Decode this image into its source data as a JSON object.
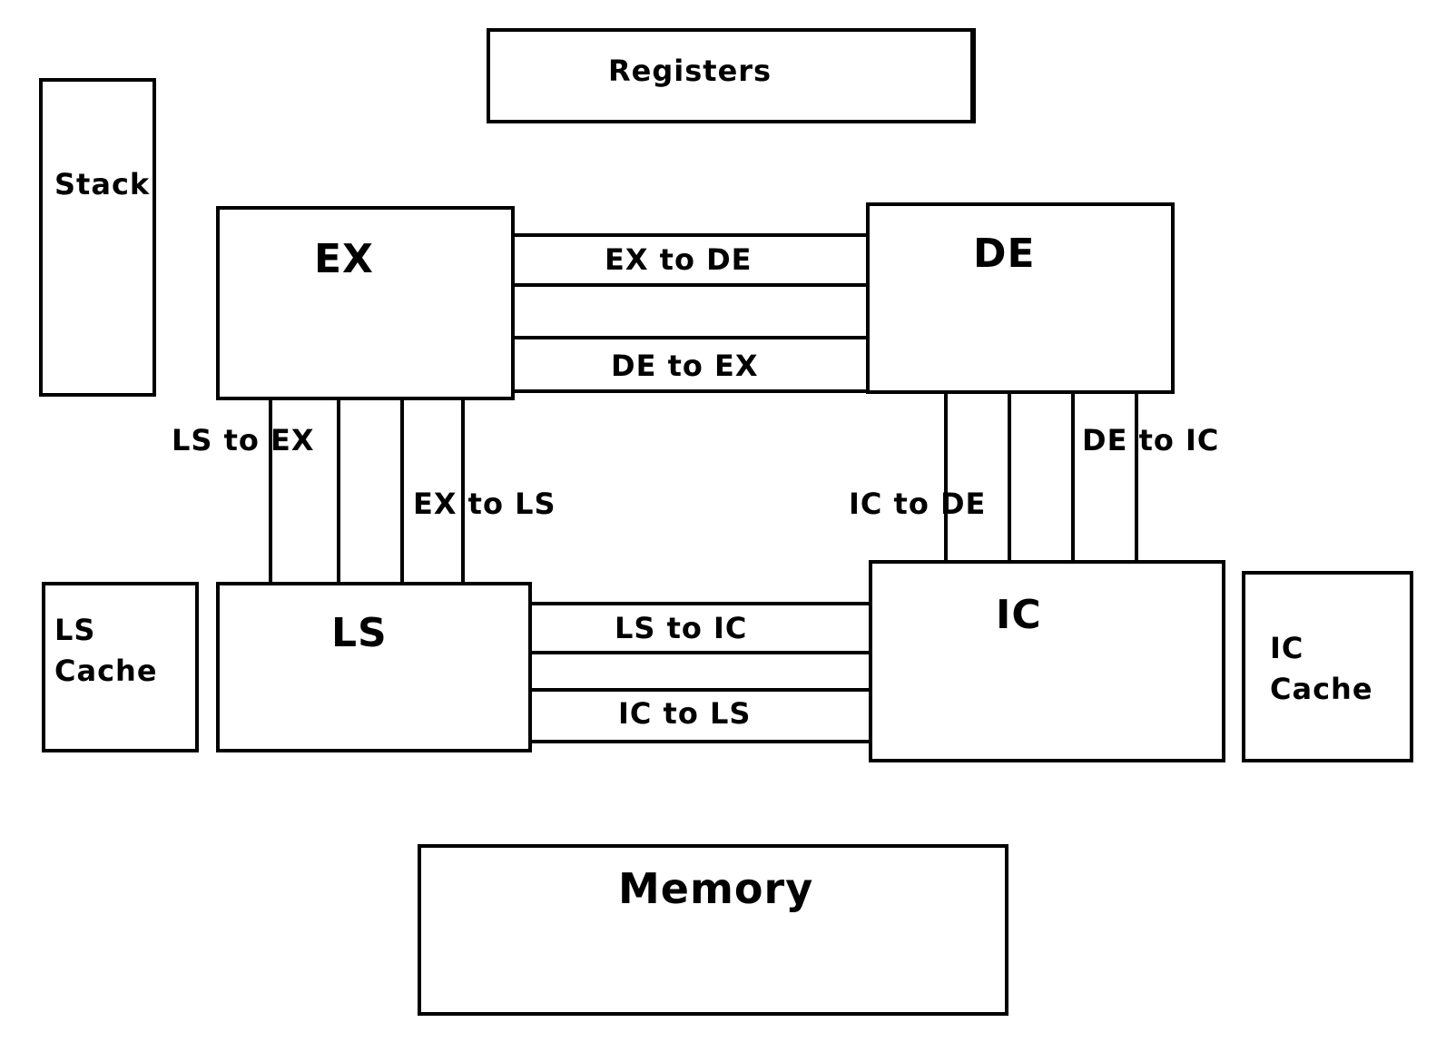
{
  "blocks": {
    "registers": "Registers",
    "stack": "Stack",
    "ex": "EX",
    "de": "DE",
    "ls": "LS",
    "ic": "IC",
    "ls_cache": "LS\nCache",
    "ic_cache": "IC\nCache",
    "memory": "Memory"
  },
  "connections": {
    "ex_to_de": "EX to DE",
    "de_to_ex": "DE to EX",
    "ls_to_ex": "LS to EX",
    "ex_to_ls": "EX to LS",
    "ic_to_de": "IC to DE",
    "de_to_ic": "DE to IC",
    "ls_to_ic": "LS to IC",
    "ic_to_ls": "IC to LS"
  }
}
